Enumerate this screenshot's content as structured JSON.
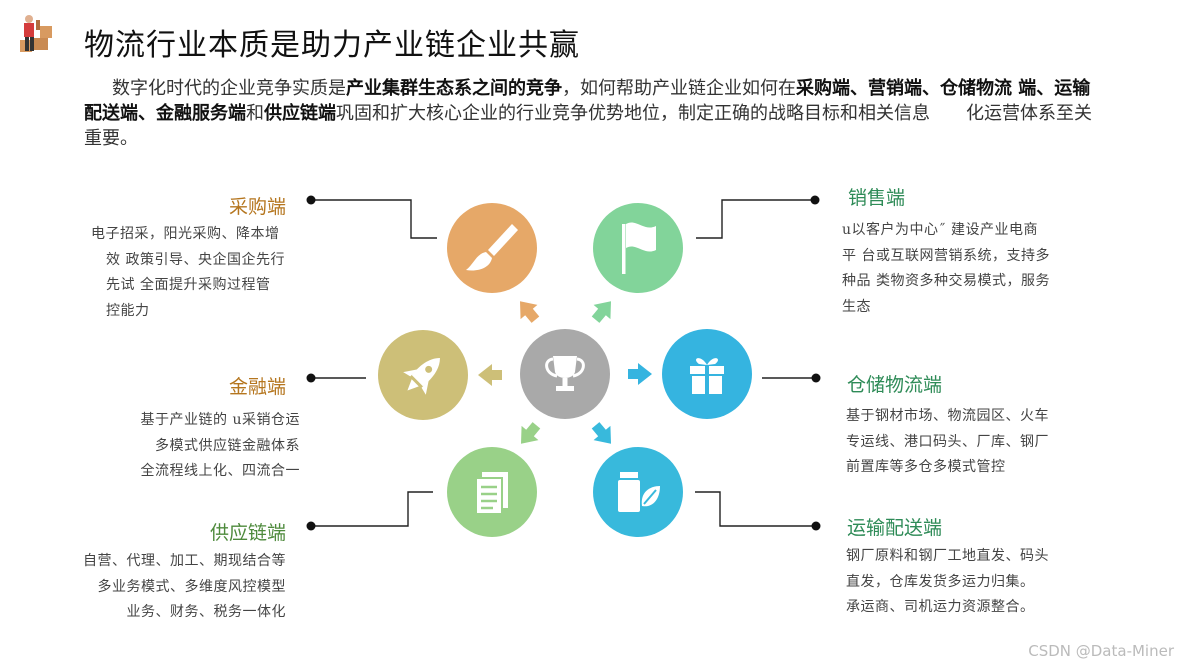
{
  "header": {
    "title": "物流行业本质是助力产业链企业共赢"
  },
  "intro": {
    "p1": "数字化时代的企业竞争实质是",
    "b1": "产业集群生态系之间的竞争",
    "p2": "，如何帮助产业链企业如何在",
    "b2": "采购端、营销端、仓储物流 端、运输配送端、金融服务端",
    "p3": "和",
    "b3": "供应链端",
    "p4": "巩固和扩大核心企业的行业竞争优势地位，制定正确的战略目标和相关信息　　化运营体系至关重要。"
  },
  "nodes": {
    "purchase": {
      "label": "采购端",
      "lines": [
        "电子招采，阳光采购、降本增",
        "效 政策引导、央企国企先行",
        "先试 全面提升采购过程管",
        "控能力"
      ],
      "icon": "brush-icon",
      "color": "#e6a868"
    },
    "sales": {
      "label": "销售端",
      "lines": [
        "u以客户为中心˝ 建设产业电商",
        "平 台或互联网营销系统，支持多",
        "种品 类物资多种交易模式，服务",
        "生态"
      ],
      "icon": "flag-icon",
      "color": "#82d49a"
    },
    "finance": {
      "label": "金融端",
      "lines": [
        "基于产业链的 u采销仓运",
        "多模式供应链金融体系",
        "全流程线上化、四流合一"
      ],
      "icon": "rocket-icon",
      "color": "#cdbf78"
    },
    "center": {
      "icon": "trophy-icon",
      "color": "#a9a9a9"
    },
    "warehouse": {
      "label": "仓储物流端",
      "lines": [
        "基于钢材市场、物流园区、火车",
        "专运线、港口码头、厂库、钢厂",
        "前置库等多仓多模式管控"
      ],
      "icon": "gift-box-icon",
      "color": "#35b4e0"
    },
    "supply": {
      "label": "供应链端",
      "lines": [
        "自营、代理、加工、期现结合等",
        "多业务模式、多维度风控模型",
        "业务、财务、税务一体化"
      ],
      "icon": "document-icon",
      "color": "#99d188"
    },
    "transport": {
      "label": "运输配送端",
      "lines": [
        "钢厂原料和钢厂工地直发、码头",
        "直发，仓库发货多运力归集。",
        "承运商、司机运力资源整合。"
      ],
      "icon": "jar-leaf-icon",
      "color": "#38b9dc"
    }
  },
  "watermark": "CSDN @Data-Miner"
}
